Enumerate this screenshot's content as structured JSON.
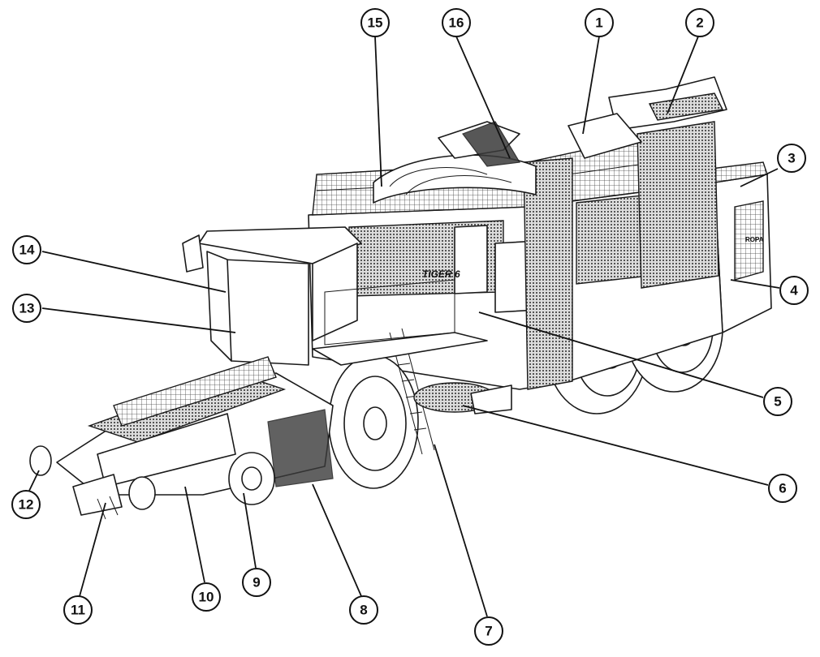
{
  "callouts": [
    {
      "id": "c1",
      "label": "1"
    },
    {
      "id": "c2",
      "label": "2"
    },
    {
      "id": "c3",
      "label": "3"
    },
    {
      "id": "c4",
      "label": "4"
    },
    {
      "id": "c5",
      "label": "5"
    },
    {
      "id": "c6",
      "label": "6"
    },
    {
      "id": "c7",
      "label": "7"
    },
    {
      "id": "c8",
      "label": "8"
    },
    {
      "id": "c9",
      "label": "9"
    },
    {
      "id": "c10",
      "label": "10"
    },
    {
      "id": "c11",
      "label": "11"
    },
    {
      "id": "c12",
      "label": "12"
    },
    {
      "id": "c13",
      "label": "13"
    },
    {
      "id": "c14",
      "label": "14"
    },
    {
      "id": "c15",
      "label": "15"
    },
    {
      "id": "c16",
      "label": "16"
    }
  ],
  "machine": {
    "side_lettering": "TIGER 6",
    "brand_plate": "ROPA"
  },
  "colors": {
    "line": "#111111",
    "background": "#ffffff"
  }
}
